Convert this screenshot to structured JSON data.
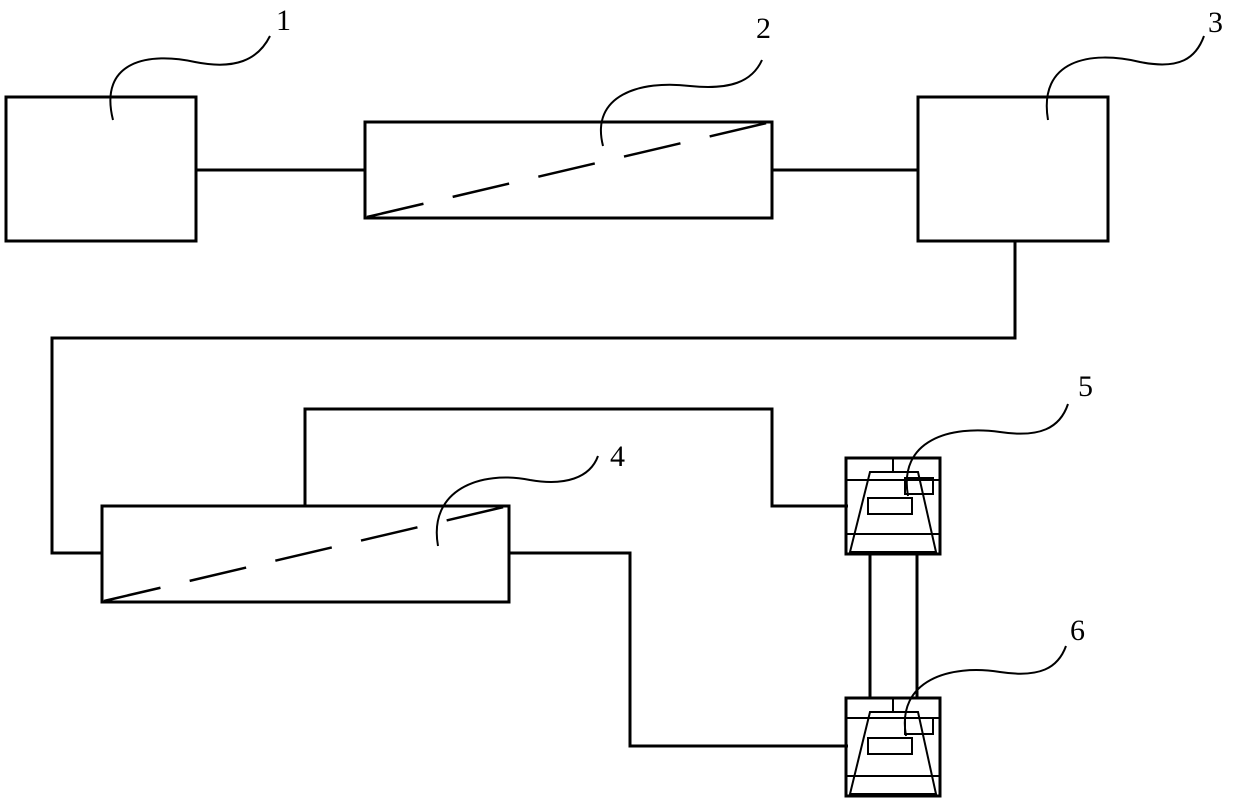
{
  "labels": {
    "n1": "1",
    "n2": "2",
    "n3": "3",
    "n4": "4",
    "n5": "5",
    "n6": "6"
  },
  "colors": {
    "stroke": "#000000",
    "background": "#ffffff"
  }
}
